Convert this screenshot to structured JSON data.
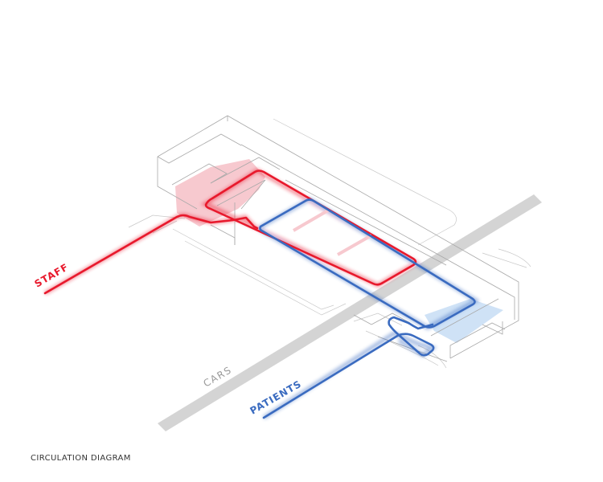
{
  "caption": "CIRCULATION DIAGRAM",
  "labels": {
    "staff": "STAFF",
    "cars": "CARS",
    "patients": "PATIENTS"
  },
  "colors": {
    "staff": "#e8192c",
    "patients": "#3a6bc0",
    "cars": "#d4d4d4",
    "staff_zone": "#f7c9cf",
    "patient_zone": "#cfe2f6",
    "outline": "#a9a9a9",
    "caption": "#333333"
  }
}
